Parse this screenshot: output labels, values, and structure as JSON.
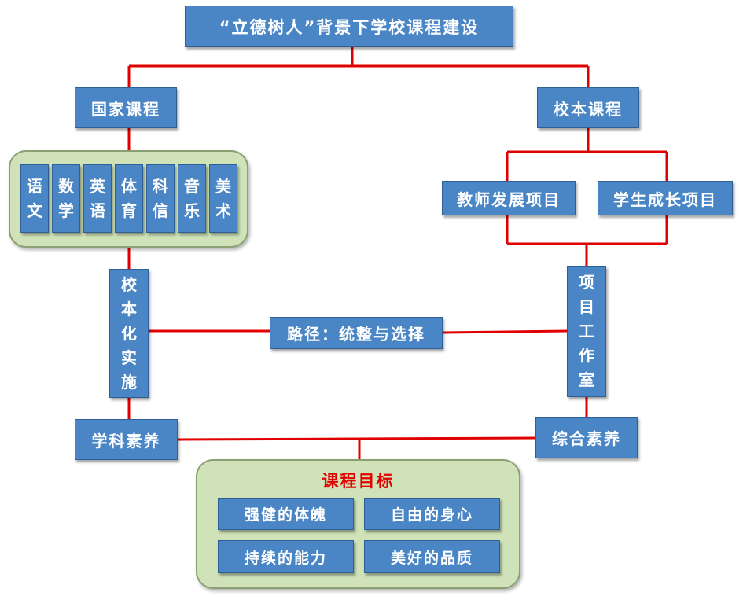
{
  "title": "“立德树人”背景下学校课程建设",
  "national": {
    "label": "国家课程",
    "subjects": [
      "语文",
      "数学",
      "英语",
      "体育",
      "科信",
      "音乐",
      "美术"
    ],
    "implementation": "校本化实施",
    "outcome": "学科素养"
  },
  "school": {
    "label": "校本课程",
    "projects": [
      "教师发展项目",
      "学生成长项目"
    ],
    "workshop": "项目工作室",
    "outcome": "综合素养"
  },
  "path": "路径：统整与选择",
  "goals": {
    "title": "课程目标",
    "items": [
      "强健的体魄",
      "自由的身心",
      "持续的能力",
      "美好的品质"
    ]
  },
  "colors": {
    "box_fill": "#4a86c6",
    "panel_fill": "#cfe2b8",
    "connector": "#e00000",
    "goal_title": "#e00000"
  }
}
